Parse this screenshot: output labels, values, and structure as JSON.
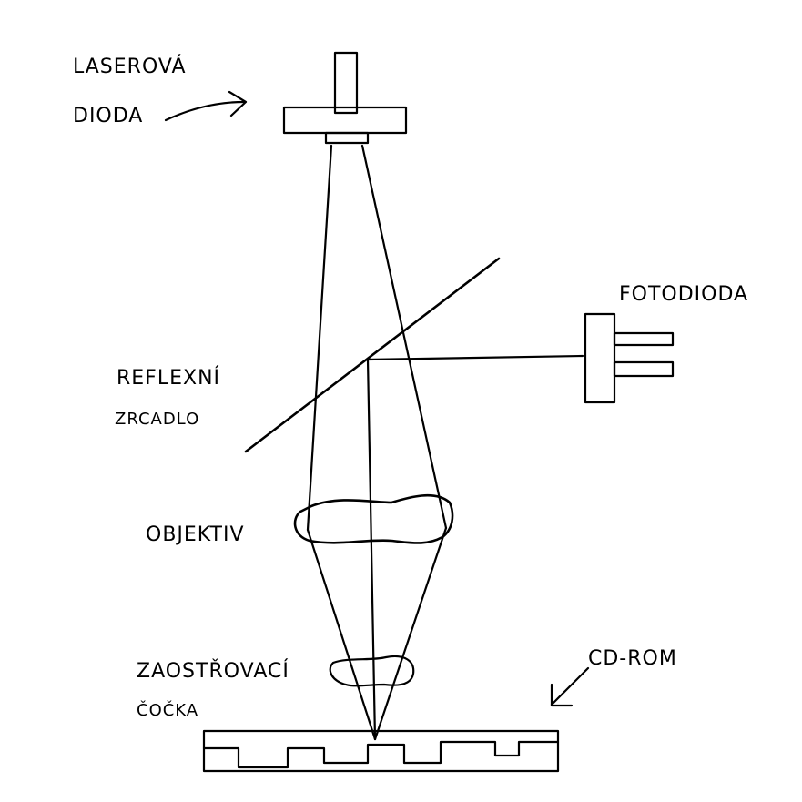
{
  "labels": {
    "laser_diode_line1": "LASEROVÁ",
    "laser_diode_line2": "DIODA",
    "photodiode": "FOTODIODA",
    "mirror_line1": "REFLEXNÍ",
    "mirror_line2": "ZRCADLO",
    "objective": "OBJEKTIV",
    "focusing_lens_line1": "ZAOSTŘOVACÍ",
    "focusing_lens_line2": "ČOČKA",
    "cd_rom": "CD-ROM"
  },
  "colors": {
    "ink": "#000000",
    "background": "#ffffff"
  }
}
